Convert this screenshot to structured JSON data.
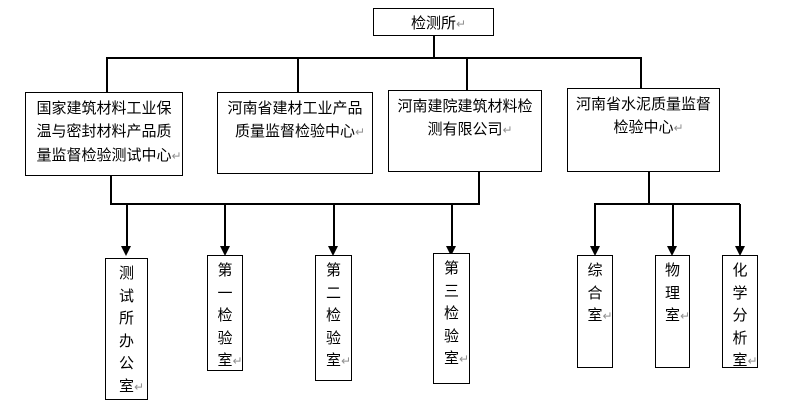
{
  "diagram": {
    "return_mark": "↵",
    "root": {
      "name": "检测所",
      "label": "检测所↵"
    },
    "level2": [
      {
        "name": "国家建筑材料工业保温与密封材料产品质量监督检验测试中心",
        "lines": [
          "国家建筑材料工业保",
          "温与密封材料产品质",
          "量监督检验测试中心↵"
        ]
      },
      {
        "name": "河南省建材工业产品质量监督检验中心",
        "lines": [
          "河南省建材工业产品",
          "质量监督检验中心↵"
        ]
      },
      {
        "name": "河南建院建筑材料检测有限公司",
        "lines": [
          "河南建院建筑材料检",
          "测有限公司↵"
        ]
      },
      {
        "name": "河南省水泥质量监督检验中心",
        "lines": [
          "河南省水泥质量监督",
          "检验中心↵"
        ]
      }
    ],
    "level3": [
      {
        "name": "测试所办公室",
        "label": "测试所办公室↵"
      },
      {
        "name": "第一检验室",
        "label": "第一检验室↵"
      },
      {
        "name": "第二检验室",
        "label": "第二检验室↵"
      },
      {
        "name": "第三检验室",
        "label": "第三检验室↵"
      },
      {
        "name": "综合室",
        "label": "综合室↵"
      },
      {
        "name": "物理室",
        "label": "物理室↵"
      },
      {
        "name": "化学分析室",
        "label": "化学分析室↵"
      }
    ],
    "colors": {
      "line": "#000000",
      "box_border": "#000000",
      "background": "#ffffff",
      "return_mark": "#909090"
    }
  }
}
